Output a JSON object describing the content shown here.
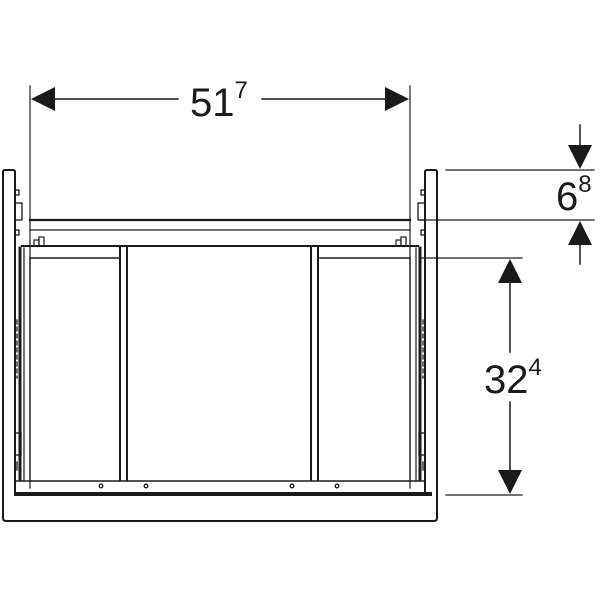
{
  "diagram": {
    "type": "technical-drawing",
    "subject": "vanity cabinet with drawer, front view",
    "colors": {
      "line": "#1a1a1a",
      "background": "#ffffff"
    },
    "dimensions": {
      "width": {
        "main": "51",
        "sup": "7",
        "orientation": "horizontal"
      },
      "top_offset": {
        "main": "6",
        "sup": "8",
        "orientation": "vertical"
      },
      "height": {
        "main": "32",
        "sup": "4",
        "orientation": "vertical"
      }
    }
  }
}
